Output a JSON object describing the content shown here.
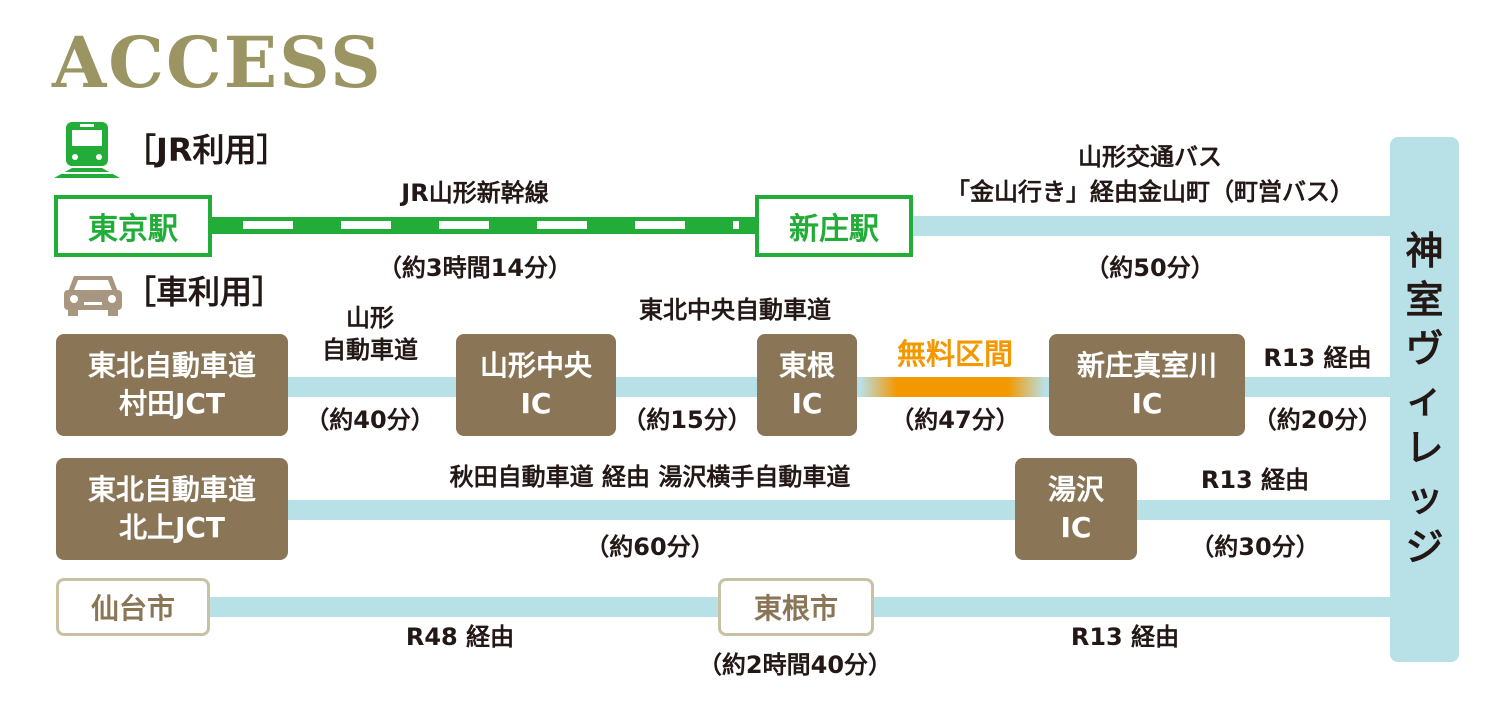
{
  "title": "ACCESS",
  "destination": [
    "神",
    "室",
    "ヴ",
    "ィ",
    "レ",
    "ッ",
    "ジ"
  ],
  "colors": {
    "green": "#22ac38",
    "brown": "#8a7657",
    "line": "#b8e1e7",
    "orange": "#f39800",
    "olive": "#9a9562"
  },
  "jr": {
    "heading": "［JR利用］",
    "tokyo": "東京駅",
    "shinjo": "新庄駅",
    "line_name": "JR山形新幹線",
    "time1": "（約3時間14分）",
    "bus1": "山形交通バス",
    "bus2": "「金山行き」経由金山町（町営バス）",
    "time2": "（約50分）"
  },
  "car": {
    "heading": "［車利用］",
    "row1": {
      "start": "東北自動車道\n村田JCT",
      "road1": "山形\n自動車道",
      "time1": "（約40分）",
      "ic1": "山形中央\nIC",
      "road2": "東北中央自動車道",
      "time2": "（約15分）",
      "ic2": "東根\nIC",
      "free": "無料区間",
      "time3": "（約47分）",
      "ic3": "新庄真室川\nIC",
      "road3": "R13 経由",
      "time4": "（約20分）"
    },
    "row2": {
      "start": "東北自動車道\n北上JCT",
      "road1": "秋田自動車道 経由 湯沢横手自動車道",
      "time1": "（約60分）",
      "ic1": "湯沢\nIC",
      "road2": "R13 経由",
      "time2": "（約30分）"
    },
    "row3": {
      "start": "仙台市",
      "road1": "R48 経由",
      "mid": "東根市",
      "time1": "（約2時間40分）",
      "road2": "R13 経由"
    }
  }
}
